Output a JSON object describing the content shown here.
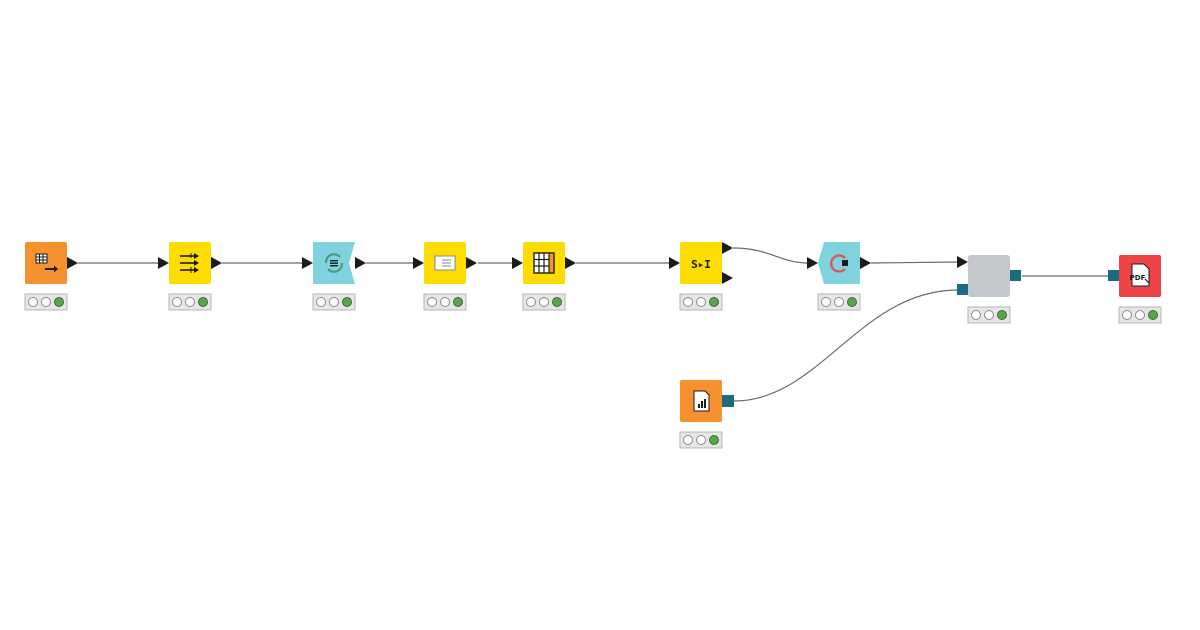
{
  "workflow": {
    "colors": {
      "source": "#f5922f",
      "manipulator": "#ffdc00",
      "loop": "#80d2de",
      "other": "#c4c7cb",
      "sink": "#ee4446",
      "port_data": "#1b1b1b",
      "port_object": "#1b6c80",
      "connection": "#6b6b6b",
      "status_ok": "#5aa54b"
    },
    "nodes": [
      {
        "id": "table-creator",
        "category": "source",
        "icon": "table-creator-icon",
        "status": "executed"
      },
      {
        "id": "column-filter",
        "category": "manipulator",
        "icon": "column-filter-icon",
        "status": "executed"
      },
      {
        "id": "loop-start",
        "category": "loop",
        "icon": "loop-start-icon",
        "status": "executed"
      },
      {
        "id": "row-filter",
        "category": "manipulator",
        "icon": "row-filter-icon",
        "status": "executed"
      },
      {
        "id": "column-splitter",
        "category": "manipulator",
        "icon": "column-splitter-icon",
        "status": "executed"
      },
      {
        "id": "string-to-integer",
        "category": "manipulator",
        "icon": "string-to-integer-icon",
        "status": "executed",
        "label": "S▸I"
      },
      {
        "id": "loop-end",
        "category": "loop",
        "icon": "loop-end-icon",
        "status": "executed"
      },
      {
        "id": "metanode",
        "category": "other",
        "icon": "component-icon",
        "status": "executed"
      },
      {
        "id": "pdf-writer",
        "category": "sink",
        "icon": "pdf-writer-icon",
        "status": "executed",
        "label": "PDF"
      },
      {
        "id": "file-reader",
        "category": "source",
        "icon": "file-reader-icon",
        "status": "executed"
      }
    ]
  }
}
